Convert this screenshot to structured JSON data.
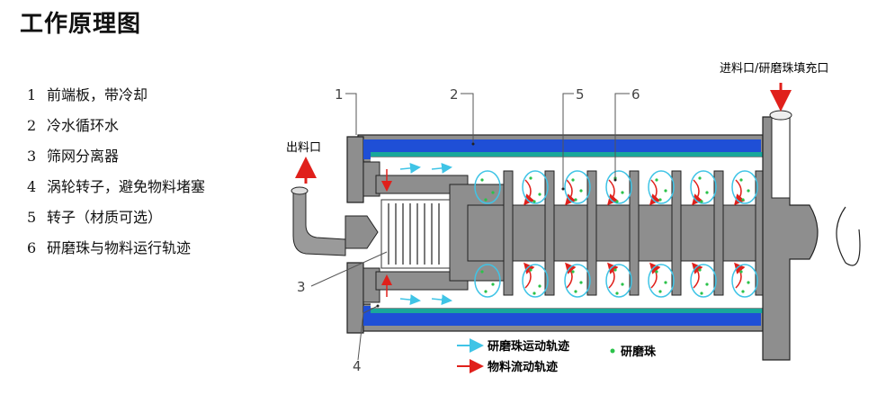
{
  "title": "工作原理图",
  "legend": [
    {
      "num": "1",
      "text": "前端板，带冷却"
    },
    {
      "num": "2",
      "text": "冷水循环水"
    },
    {
      "num": "3",
      "text": "筛网分离器"
    },
    {
      "num": "4",
      "text": "涡轮转子，避免物料堵塞"
    },
    {
      "num": "5",
      "text": "转子（材质可选）"
    },
    {
      "num": "6",
      "text": "研磨珠与物料运行轨迹"
    }
  ],
  "labels": {
    "inlet": "进料口/研磨珠填充口",
    "outlet": "出料口",
    "callout_1": "1",
    "callout_2": "2",
    "callout_3": "3",
    "callout_4": "4",
    "callout_5": "5",
    "callout_6": "6"
  },
  "key": {
    "bead_path": "研磨珠运动轨迹",
    "bead": "研磨珠",
    "material_path": "物料流动轨迹"
  },
  "colors": {
    "cooling_water": "#1f4fd6",
    "teal_liner": "#1aa79a",
    "steel_gray": "#8e8e8e",
    "arrow_red": "#e0201b",
    "arrow_cyan": "#3fc4e6",
    "bead_green": "#2bc24a"
  }
}
